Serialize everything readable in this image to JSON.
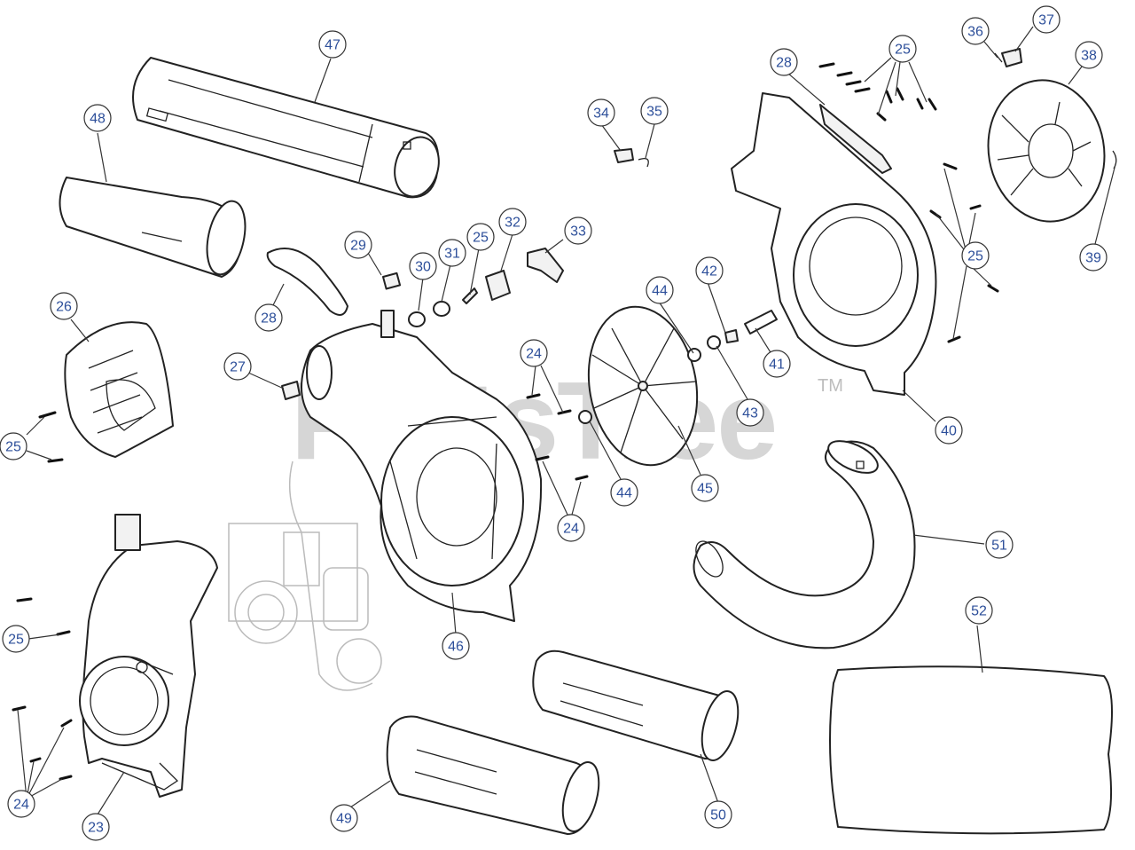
{
  "watermark": {
    "text": "PartsTree",
    "tm": "TM"
  },
  "callouts": [
    {
      "id": "c47",
      "label": "47"
    },
    {
      "id": "c48",
      "label": "48"
    },
    {
      "id": "c34",
      "label": "34"
    },
    {
      "id": "c35",
      "label": "35"
    },
    {
      "id": "c28a",
      "label": "28"
    },
    {
      "id": "c25a",
      "label": "25"
    },
    {
      "id": "c36",
      "label": "36"
    },
    {
      "id": "c37",
      "label": "37"
    },
    {
      "id": "c38",
      "label": "38"
    },
    {
      "id": "c29",
      "label": "29"
    },
    {
      "id": "c30",
      "label": "30"
    },
    {
      "id": "c31",
      "label": "31"
    },
    {
      "id": "c25b",
      "label": "25"
    },
    {
      "id": "c32",
      "label": "32"
    },
    {
      "id": "c33",
      "label": "33"
    },
    {
      "id": "c28b",
      "label": "28"
    },
    {
      "id": "c26",
      "label": "26"
    },
    {
      "id": "c27",
      "label": "27"
    },
    {
      "id": "c44a",
      "label": "44"
    },
    {
      "id": "c42",
      "label": "42"
    },
    {
      "id": "c41",
      "label": "41"
    },
    {
      "id": "c43",
      "label": "43"
    },
    {
      "id": "c25c",
      "label": "25"
    },
    {
      "id": "c39",
      "label": "39"
    },
    {
      "id": "c24a",
      "label": "24"
    },
    {
      "id": "c25d",
      "label": "25"
    },
    {
      "id": "c40",
      "label": "40"
    },
    {
      "id": "c44b",
      "label": "44"
    },
    {
      "id": "c45",
      "label": "45"
    },
    {
      "id": "c24b",
      "label": "24"
    },
    {
      "id": "c51",
      "label": "51"
    },
    {
      "id": "c46",
      "label": "46"
    },
    {
      "id": "c25e",
      "label": "25"
    },
    {
      "id": "c52",
      "label": "52"
    },
    {
      "id": "c24c",
      "label": "24"
    },
    {
      "id": "c23",
      "label": "23"
    },
    {
      "id": "c49",
      "label": "49"
    },
    {
      "id": "c50",
      "label": "50"
    }
  ]
}
